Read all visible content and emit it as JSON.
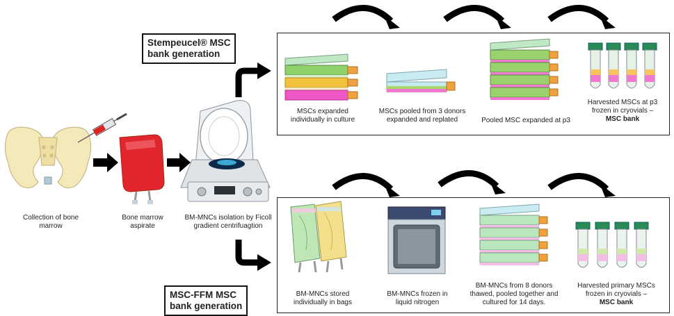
{
  "top": {
    "title_line1": "Stempeucel® MSC",
    "title_line2": "bank generation",
    "steps": [
      {
        "line1": "MSCs expanded",
        "line2": "individually in culture"
      },
      {
        "line1": "MSCs pooled from 3 donors",
        "line2": "expanded and replated"
      },
      {
        "line1": "Pooled MSC expanded at p3",
        "line2": ""
      },
      {
        "line1": "Harvested MSCs at p3",
        "line2": "frozen in cryovials –",
        "line3": "MSC bank"
      }
    ]
  },
  "bottom": {
    "title_line1": "MSC-FFM MSC",
    "title_line2": "bank generation",
    "steps": [
      {
        "line1": "BM-MNCs stored",
        "line2": "individually in bags"
      },
      {
        "line1": "BM-MNCs frozen in",
        "line2": "liquid nitrogen"
      },
      {
        "line1": "BM-MNCs from 8 donors",
        "line2": "thawed, pooled together and",
        "line3": "cultured for 14 days."
      },
      {
        "line1": "Harvested primary MSCs",
        "line2": "frozen in cryovials –",
        "line3": "MSC bank"
      }
    ]
  },
  "left": {
    "collection_line1": "Collection of bone",
    "collection_line2": "marrow",
    "aspirate_line1": "Bone marrow",
    "aspirate_line2": "aspirate",
    "isolation_line1": "BM-MNCs isolation by Ficoll",
    "isolation_line2": "gradient centrifuagtion"
  }
}
